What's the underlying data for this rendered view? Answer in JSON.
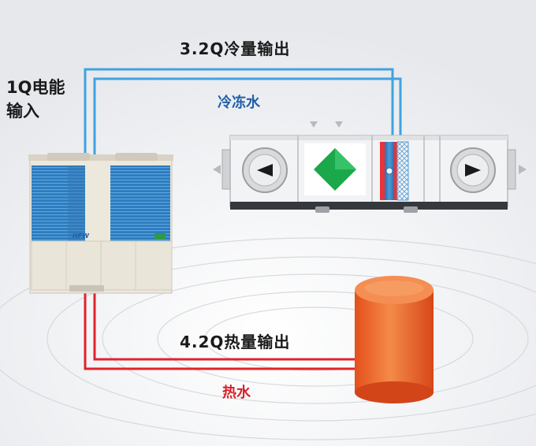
{
  "labels": {
    "cold_output": "3.2Q冷量输出",
    "power_input_line1": "1Q电能",
    "power_input_line2": "输入",
    "cold_water": "冷冻水",
    "heat_output": "4.2Q热量输出",
    "hot_water": "热水"
  },
  "unit_brand": "HFW",
  "colors": {
    "cold_pipe": "#3fa3e0",
    "hot_pipe": "#e0242c",
    "tank": "#f06a2a",
    "coil_fin": "#1e7fc8",
    "filter_diamond": "#1aa84a"
  }
}
